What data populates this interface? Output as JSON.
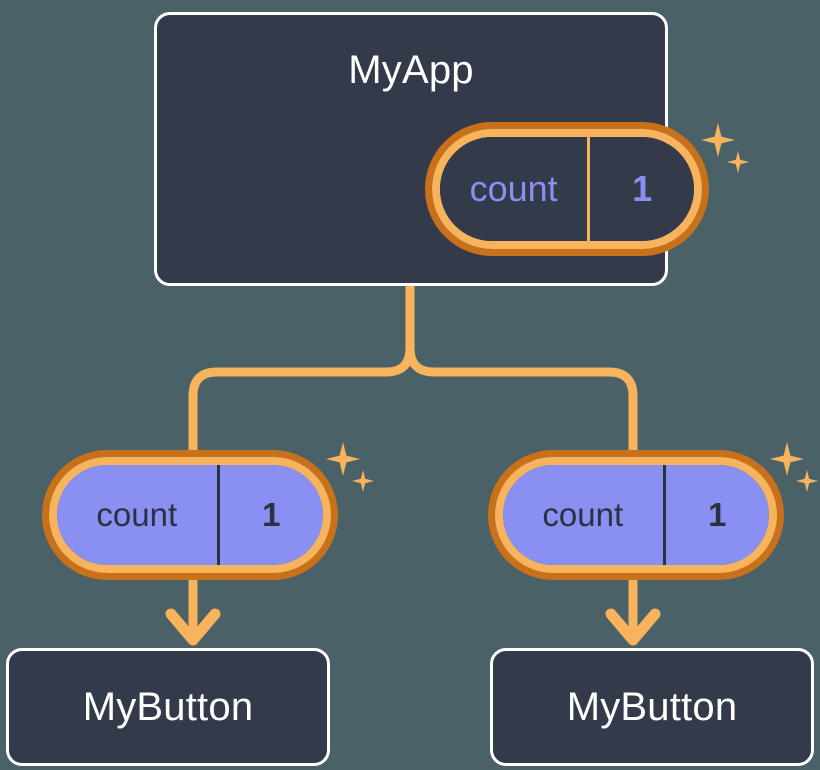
{
  "background_color": "#4a6168",
  "palette": {
    "card_fill": "#333a49",
    "card_border": "#ffffff",
    "pill_ring_outer": "#c8701a",
    "pill_ring_inner": "#f7b45d",
    "pill_fill_purple": "#8a8ff2",
    "pill_text_purple": "#8a8ff2",
    "pill_text_dark": "#2b3140",
    "connector": "#f7b45d",
    "sparkle": "#f7b45d"
  },
  "diagram": {
    "type": "component-tree",
    "root": {
      "title": "MyApp",
      "state_pill": {
        "key": "count",
        "value": "1",
        "style": "dark"
      },
      "sparkle_badge": true
    },
    "branches": [
      {
        "side": "left",
        "state_pill": {
          "key": "count",
          "value": "1",
          "style": "purple"
        },
        "sparkle_badge": true,
        "child": {
          "title": "MyButton"
        }
      },
      {
        "side": "right",
        "state_pill": {
          "key": "count",
          "value": "1",
          "style": "purple"
        },
        "sparkle_badge": true,
        "child": {
          "title": "MyButton"
        }
      }
    ],
    "connectors": {
      "style": "rounded-orthogonal-tree",
      "arrowheads": "chevron-down"
    }
  }
}
